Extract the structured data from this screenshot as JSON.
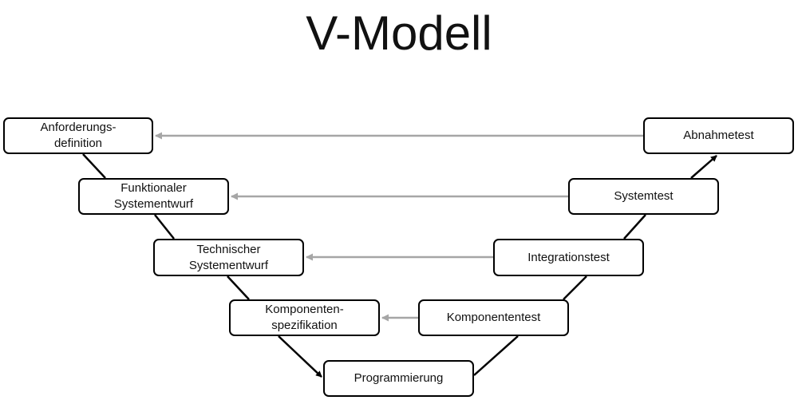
{
  "title": "V-Modell",
  "left_branch": [
    {
      "id": "anforderungsdefinition",
      "label": "Anforderungs-\ndefinition"
    },
    {
      "id": "funktionaler-systementwurf",
      "label": "Funktionaler\nSystementwurf"
    },
    {
      "id": "technischer-systementwurf",
      "label": "Technischer\nSystementwurf"
    },
    {
      "id": "komponentenspezifikation",
      "label": "Komponenten-\nspezifikation"
    }
  ],
  "bottom": {
    "id": "programmierung",
    "label": "Programmierung"
  },
  "right_branch": [
    {
      "id": "komponententest",
      "label": "Komponententest"
    },
    {
      "id": "integrationstest",
      "label": "Integrationstest"
    },
    {
      "id": "systemtest",
      "label": "Systemtest"
    },
    {
      "id": "abnahmetest",
      "label": "Abnahmetest"
    }
  ],
  "colors": {
    "box_border": "#000000",
    "flow_line": "#000000",
    "verification_arrow": "#a6a6a6"
  }
}
